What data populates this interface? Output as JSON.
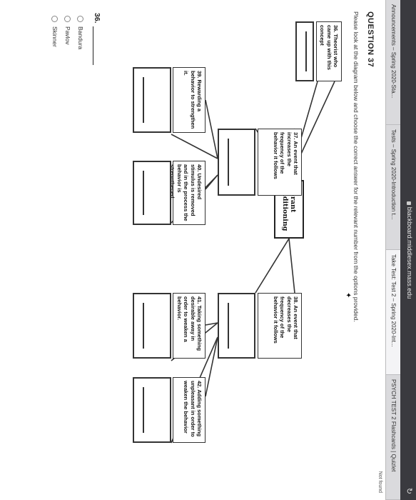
{
  "browser": {
    "url": "blackboard.middlesex.mass.edu",
    "tabs": [
      "Announcements – Spring 2020-Sta...",
      "Tests – Spring 2020-Introduction t...",
      "Take Test: Test 2 – Spring 2020-Int...",
      "PSYCH TEST 2 Flashcards | Quizlet"
    ],
    "active_tab_index": 2,
    "find_status": "Not found"
  },
  "question": {
    "title": "QUESTION 37",
    "instruction": "Please look at the diagram below and choose the correct answer for the relevant number from the options provided."
  },
  "diagram": {
    "center_label": "Operant Conditioning",
    "prompts": {
      "q36": "36. Theorist who came up with this concept",
      "q37": "37. An event that increases the frequency of the behavior it follows",
      "q38": "38. An event that decreases the frequency of the behavior it follows",
      "q39": "39. Rewarding a behavior to strengthen it.",
      "q40": "40. Undesired stimulus is removed and in the process the behavior is strengthened.",
      "q41": "41. Taking something desirable away in order to weaken a behavior.",
      "q42": "42. Adding something unpleasant in order to weaken the behavior"
    }
  },
  "answer": {
    "prompt": "36.",
    "options": [
      "Bandura",
      "Pavlov",
      "Skinner"
    ]
  }
}
